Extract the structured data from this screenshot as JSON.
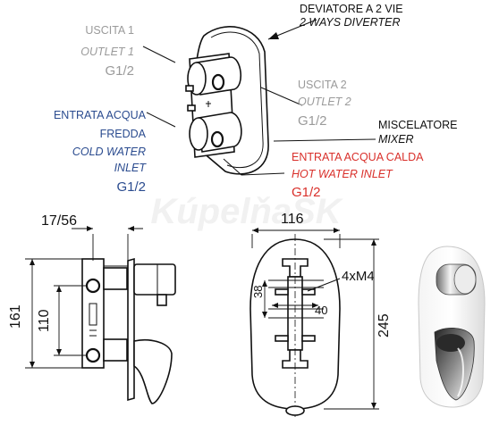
{
  "labels": {
    "diverter_it": "DEVIATORE A 2 VIE",
    "diverter_en": "2 WAYS DIVERTER",
    "outlet1_it": "USCITA 1",
    "outlet1_en": "OUTLET 1",
    "outlet1_size": "G1/2",
    "outlet2_it": "USCITA 2",
    "outlet2_en": "OUTLET 2",
    "outlet2_size": "G1/2",
    "cold_it_line1": "ENTRATA ACQUA",
    "cold_it_line2": "FREDDA",
    "cold_en_line1": "COLD WATER",
    "cold_en_line2": "INLET",
    "cold_size": "G1/2",
    "mixer_it": "MISCELATORE",
    "mixer_en": "MIXER",
    "hot_it": "ENTRATA ACQUA CALDA",
    "hot_en": "HOT WATER INLET",
    "hot_size": "G1/2"
  },
  "dimensions": {
    "depth": "17/56",
    "width": "116",
    "thread": "4xM4",
    "offset_38": "38",
    "offset_40": "40",
    "height_161": "161",
    "height_110": "110",
    "height_245": "245"
  },
  "watermark": "KúpelňaSK",
  "colors": {
    "neutral_label": "#9a9a9a",
    "cold_label": "#2a4b8f",
    "hot_label": "#d9302b",
    "line": "#111111"
  }
}
